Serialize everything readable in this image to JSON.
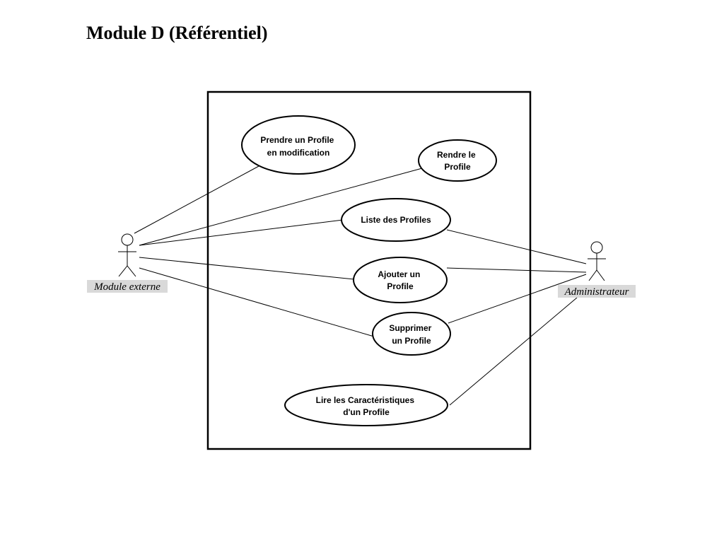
{
  "title": "Module D (Référentiel)",
  "actors": {
    "module_externe": {
      "label": "Module externe"
    },
    "administrateur": {
      "label": "Administrateur"
    }
  },
  "use_cases": [
    {
      "id": "prendre-profile",
      "lines": [
        "Prendre un Profile",
        "en modification"
      ]
    },
    {
      "id": "rendre-profile",
      "lines": [
        "Rendre le",
        "Profile"
      ]
    },
    {
      "id": "liste-profiles",
      "lines": [
        "Liste des Profiles"
      ]
    },
    {
      "id": "ajouter-profile",
      "lines": [
        "Ajouter un",
        "Profile"
      ]
    },
    {
      "id": "supprimer-profile",
      "lines": [
        "Supprimer",
        "un Profile"
      ]
    },
    {
      "id": "lire-caracteristiques",
      "lines": [
        "Lire les Caractéristiques",
        "d'un Profile"
      ]
    }
  ],
  "associations": {
    "module_externe": [
      "prendre-profile",
      "rendre-profile",
      "liste-profiles",
      "ajouter-profile",
      "supprimer-profile"
    ],
    "administrateur": [
      "liste-profiles",
      "ajouter-profile",
      "supprimer-profile",
      "lire-caracteristiques"
    ]
  },
  "colors": {
    "stroke": "#000000",
    "actor_label_bg": "#d9d9d9",
    "background": "#ffffff"
  }
}
